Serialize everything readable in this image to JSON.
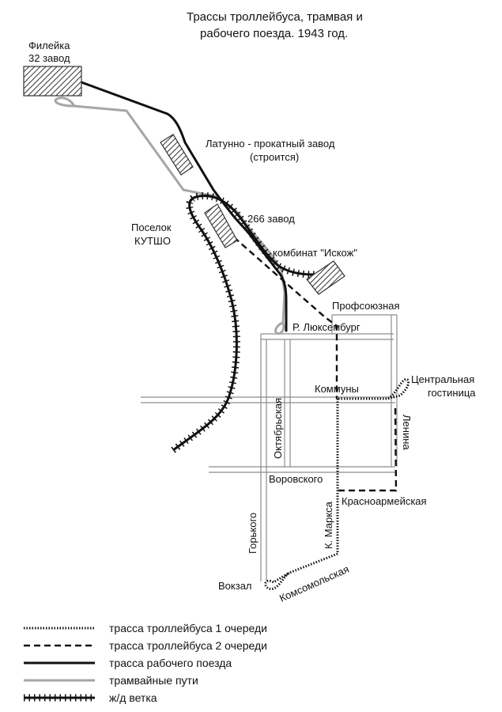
{
  "title": {
    "line1": "Трассы троллейбуса, трамвая и",
    "line2": "рабочего поезда. 1943 год."
  },
  "labels": {
    "fileyka": "Филейка",
    "zavod32": "32 завод",
    "latunno": "Латунно - прокатный завод",
    "stroitsya": "(строится)",
    "poselok": "Поселок",
    "kutsho": "КУТШО",
    "zavod266": "266 завод",
    "iskozh": "комбинат \"Искож\"",
    "profsoyuznaya": "Профсоюзная",
    "luxemburg": "Р. Люксембург",
    "kommuny": "Коммуны",
    "oktyabrskaya": "Октябрьская",
    "tsentralnaya": "Центральная",
    "gostinitsa": "гостиница",
    "lenina": "Ленина",
    "vorovskogo": "Воровского",
    "krasnoarmeyskaya": "Красноармейская",
    "gorkogo": "Горького",
    "kmarksa": "К. Маркса",
    "komsomolskaya": "Комсомольская",
    "vokzal": "Вокзал"
  },
  "legend": {
    "trolley1": "трасса троллейбуса 1 очереди",
    "trolley2": "трасса троллейбуса 2 очереди",
    "worktrain": "трасса рабочего поезда",
    "tram": "трамвайные пути",
    "rail": "ж/д ветка"
  },
  "colors": {
    "ink": "#111111",
    "tram": "#a6a6a6",
    "street": "#8c8c8c",
    "hatch": "#333333",
    "background": "#ffffff"
  }
}
